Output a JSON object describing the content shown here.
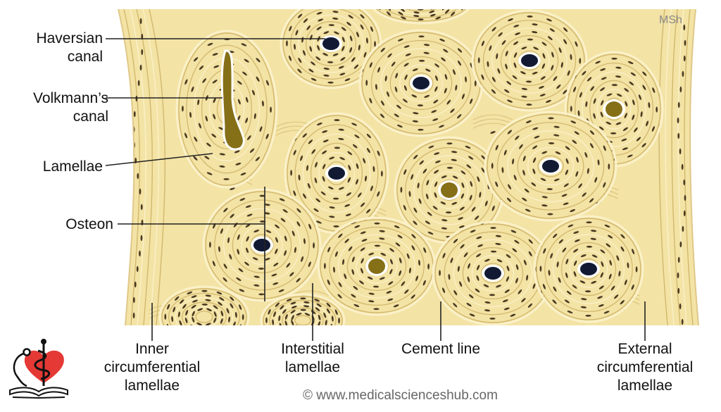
{
  "watermark": "MSh",
  "credit": "© www.medicalscienceshub.com",
  "labels": {
    "haversian_canal": [
      "Haversian",
      "canal"
    ],
    "volkmanns_canal": [
      "Volkmann’s",
      "canal"
    ],
    "lamellae": "Lamellae",
    "osteon": "Osteon",
    "inner_circumferential_lamellae": [
      "Inner",
      "circumferential",
      "lamellae"
    ],
    "interstitial_lamellae": [
      "Interstitial",
      "lamellae"
    ],
    "cement_line": "Cement line",
    "external_circumferential_lamellae": [
      "External",
      "circumferential",
      "lamellae"
    ]
  },
  "colors": {
    "bone": "#f3e3a5",
    "lamella_dark": "#d2b86e",
    "lamella_light": "#fbf1c9",
    "lacuna": "#4a3a22",
    "canal_dark": "#121a33",
    "canal_olive": "#857018",
    "logo_heart": "#e53935"
  },
  "logo": {
    "name": "heart-caduceus-book-logo"
  }
}
